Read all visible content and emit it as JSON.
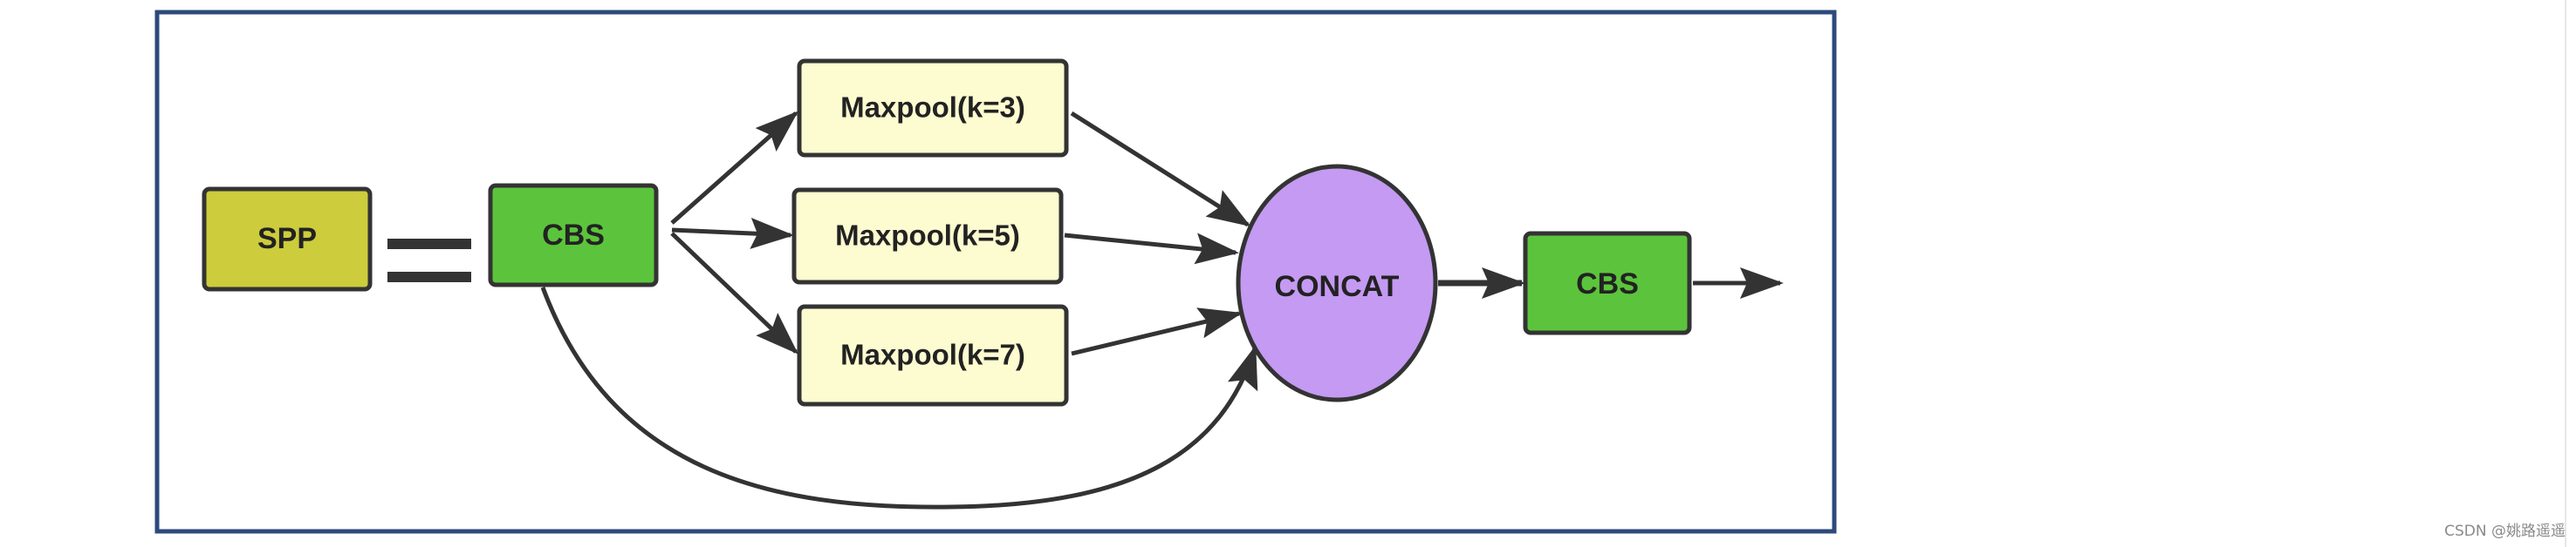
{
  "diagram": {
    "nodes": {
      "spp": "SPP",
      "cbs_in": "CBS",
      "maxpool_3": "Maxpool(k=3)",
      "maxpool_5": "Maxpool(k=5)",
      "maxpool_7": "Maxpool(k=7)",
      "concat": "CONCAT",
      "cbs_out": "CBS"
    },
    "colors": {
      "frame_border": "#2c4a7c",
      "spp_fill": "#cccc3c",
      "cbs_fill": "#5cc43c",
      "maxpool_fill": "#fdfbd0",
      "concat_fill": "#c49af2",
      "stroke": "#333333"
    }
  },
  "watermark": "CSDN @姚路遥遥"
}
